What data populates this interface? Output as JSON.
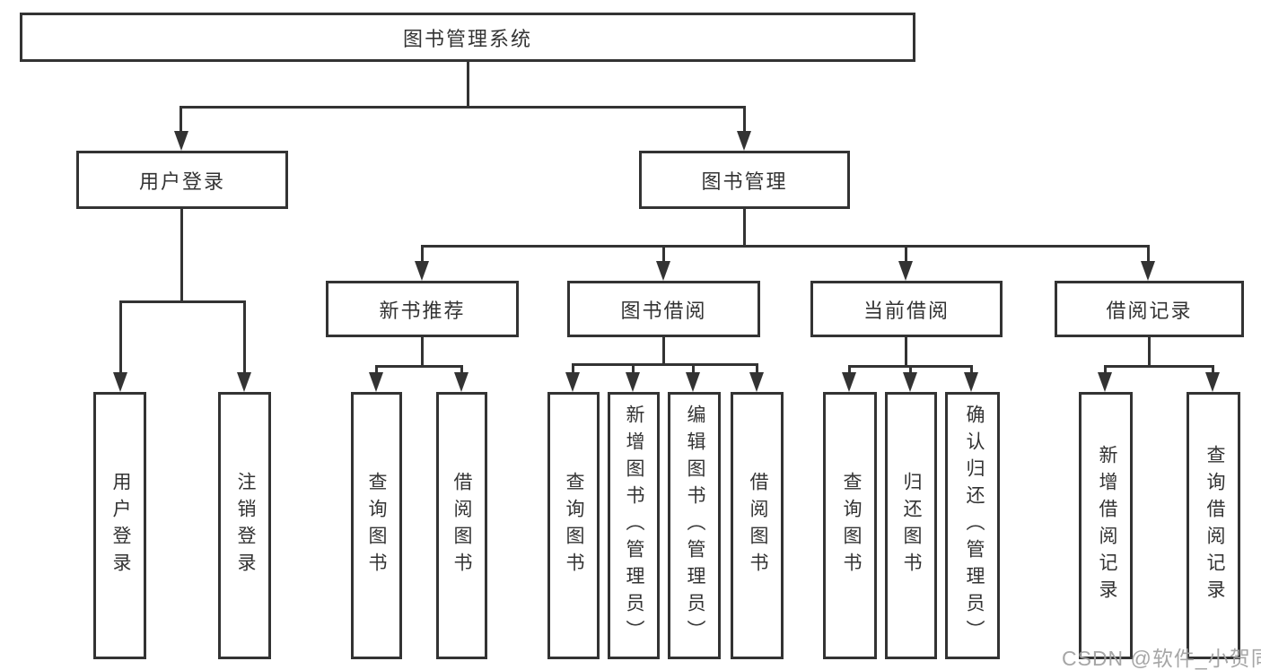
{
  "diagram": {
    "title": "图书管理系统",
    "root": {
      "label": "图书管理系统"
    },
    "level2": [
      {
        "label": "用户登录"
      },
      {
        "label": "图书管理"
      }
    ],
    "level3": [
      {
        "label": "新书推荐"
      },
      {
        "label": "图书借阅"
      },
      {
        "label": "当前借阅"
      },
      {
        "label": "借阅记录"
      }
    ],
    "leaves": [
      {
        "label": "用户登录"
      },
      {
        "label": "注销登录"
      },
      {
        "label": "查询图书"
      },
      {
        "label": "借阅图书"
      },
      {
        "label": "查询图书"
      },
      {
        "label": "新增图书（管理员）"
      },
      {
        "label": "编辑图书（管理员）"
      },
      {
        "label": "借阅图书"
      },
      {
        "label": "查询图书"
      },
      {
        "label": "归还图书"
      },
      {
        "label": "确认归还（管理员）"
      },
      {
        "label": "新增借阅记录"
      },
      {
        "label": "查询借阅记录"
      }
    ],
    "colors": {
      "line": "#333333",
      "box_background": "#ffffff",
      "text": "#333333",
      "watermark": "#a2a2a2"
    }
  },
  "watermark": {
    "text": "CSDN @软件_小贺同学"
  }
}
